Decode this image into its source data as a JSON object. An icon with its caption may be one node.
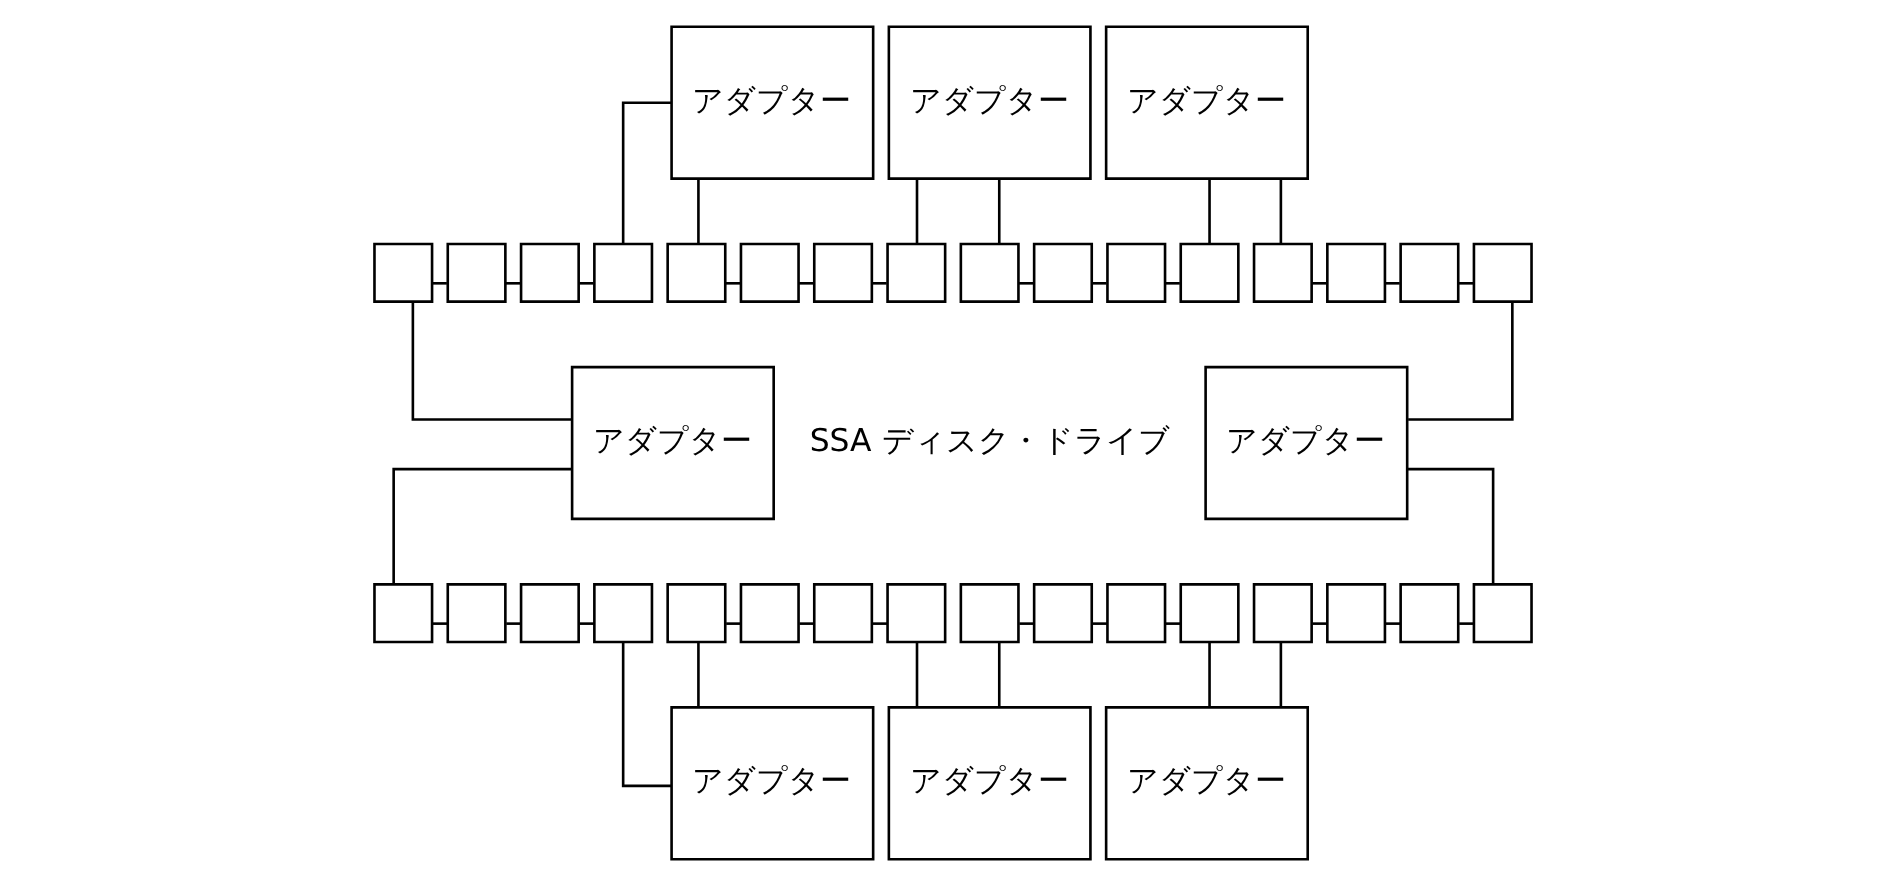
{
  "diagram": {
    "nodes": [
      {
        "text": [
          "アダプター"
        ]
      },
      {
        "text": [
          "アダプター"
        ]
      },
      {
        "text": [
          "アダプター"
        ]
      },
      {
        "text": [
          "アダプター"
        ]
      },
      {
        "text": [],
        "shape": "box"
      },
      {
        "text": [],
        "shape": "box"
      },
      {
        "text": [],
        "shape": "box"
      },
      {
        "text": [],
        "shape": "box"
      },
      {
        "text": [],
        "shape": "box"
      },
      {
        "text": [],
        "shape": "box"
      },
      {
        "text": [],
        "shape": "box"
      },
      {
        "text": [],
        "shape": "box"
      },
      {
        "text": [],
        "shape": "box"
      },
      {
        "text": [],
        "shape": "box"
      },
      {
        "text": [],
        "shape": "box"
      },
      {
        "text": [],
        "shape": "box"
      },
      {
        "text": [],
        "shape": "box"
      },
      {
        "text": [],
        "shape": "box"
      },
      {
        "text": [],
        "shape": "box"
      },
      {
        "text": [],
        "shape": "box"
      },
      {
        "text": [
          "アダプター"
        ]
      },
      {
        "text": [],
        "shape": "box"
      },
      {
        "text": [],
        "shape": "box"
      },
      {
        "text": [],
        "shape": "box"
      },
      {
        "text": [],
        "shape": "box"
      },
      {
        "text": [],
        "shape": "box"
      },
      {
        "text": [],
        "shape": "box"
      },
      {
        "text": [],
        "shape": "box"
      },
      {
        "text": [],
        "shape": "box"
      },
      {
        "text": [],
        "shape": "box"
      },
      {
        "text": [],
        "shape": "box"
      },
      {
        "text": [],
        "shape": "box"
      },
      {
        "text": [],
        "shape": "box"
      },
      {
        "text": [],
        "shape": "box"
      },
      {
        "text": [],
        "shape": "box"
      },
      {
        "text": [],
        "shape": "box"
      },
      {
        "text": [],
        "shape": "box"
      },
      {
        "text": [
          "アダプター"
        ]
      },
      {
        "text": [
          "アダプター"
        ]
      },
      {
        "text": [
          "アダプター"
        ]
      }
    ],
    "edges": [
      {
        "from": 3,
        "to": 4,
        "arrow": "none"
      },
      {
        "from": 4,
        "to": 5,
        "arrow": "none"
      },
      {
        "from": 5,
        "to": 6,
        "arrow": "none"
      },
      {
        "from": 6,
        "to": 7,
        "arrow": "none"
      },
      {
        "from": 7,
        "to": 0,
        "arrow": "none"
      },
      {
        "from": 0,
        "to": 8,
        "arrow": "none"
      },
      {
        "from": 8,
        "to": 9,
        "arrow": "none"
      },
      {
        "from": 9,
        "to": 10,
        "arrow": "none"
      },
      {
        "from": 10,
        "to": 11,
        "arrow": "none"
      },
      {
        "from": 11,
        "to": 1,
        "arrow": "none"
      },
      {
        "from": 1,
        "to": 12,
        "arrow": "none"
      },
      {
        "from": 12,
        "to": 13,
        "arrow": "none"
      },
      {
        "from": 13,
        "to": 14,
        "arrow": "none"
      },
      {
        "from": 14,
        "to": 15,
        "arrow": "none"
      },
      {
        "from": 15,
        "to": 2,
        "arrow": "none"
      },
      {
        "from": 2,
        "to": 16,
        "arrow": "none"
      },
      {
        "from": 16,
        "to": 17,
        "arrow": "none"
      },
      {
        "from": 17,
        "to": 18,
        "arrow": "none"
      },
      {
        "from": 18,
        "to": 19,
        "arrow": "none"
      },
      {
        "from": 19,
        "to": 20,
        "arrow": "none"
      },
      {
        "from": 20,
        "to": 36,
        "arrow": "none"
      },
      {
        "from": 36,
        "to": 35,
        "arrow": "none"
      },
      {
        "from": 35,
        "to": 34,
        "arrow": "none"
      },
      {
        "from": 34,
        "to": 33,
        "arrow": "none"
      },
      {
        "from": 33,
        "to": 39,
        "arrow": "none"
      },
      {
        "from": 39,
        "to": 32,
        "arrow": "none"
      },
      {
        "from": 32,
        "to": 31,
        "arrow": "none"
      },
      {
        "from": 31,
        "to": 30,
        "arrow": "none"
      },
      {
        "from": 30,
        "to": 29,
        "arrow": "none"
      },
      {
        "from": 29,
        "to": 38,
        "arrow": "none"
      },
      {
        "from": 38,
        "to": 28,
        "arrow": "none"
      },
      {
        "from": 28,
        "to": 27,
        "arrow": "none"
      },
      {
        "from": 27,
        "to": 26,
        "arrow": "none"
      },
      {
        "from": 26,
        "to": 25,
        "arrow": "none"
      },
      {
        "from": 25,
        "to": 37,
        "arrow": "none"
      },
      {
        "from": 37,
        "to": 24,
        "arrow": "none"
      },
      {
        "from": 24,
        "to": 23,
        "arrow": "none"
      },
      {
        "from": 23,
        "to": 22,
        "arrow": "none"
      },
      {
        "from": 22,
        "to": 21,
        "arrow": "none"
      },
      {
        "from": 21,
        "to": 3,
        "arrow": "none"
      }
    ],
    "labels": [
      "SSA ディスク・ドライブ"
    ]
  }
}
